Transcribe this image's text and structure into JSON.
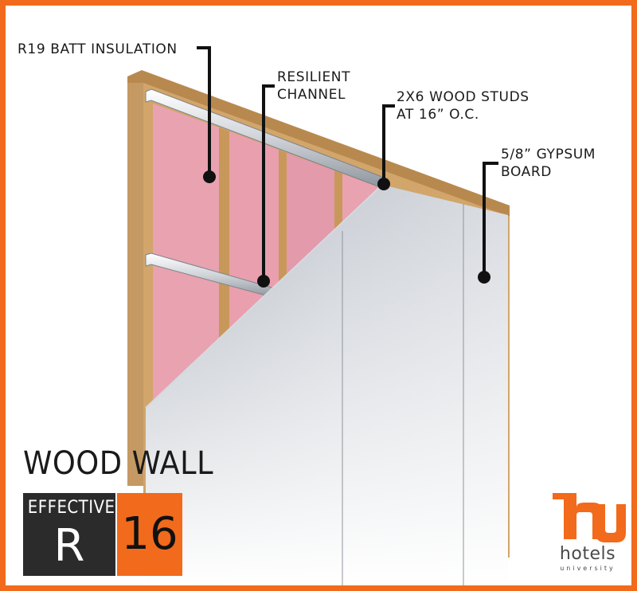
{
  "callouts": {
    "insulation": "R19 BATT INSULATION",
    "channel": [
      "RESILIENT",
      "CHANNEL"
    ],
    "studs": [
      "2X6 WOOD STUDS",
      "AT 16” O.C."
    ],
    "gypsum": [
      "5/8” GYPSUM",
      "BOARD"
    ]
  },
  "title": "WOOD WALL",
  "rating": {
    "label": "EFFECTIVE",
    "letter": "R",
    "value": "16"
  },
  "logo": {
    "word": "hotels",
    "sub": "university",
    "mark_icon": "hu-monogram-icon"
  },
  "colors": {
    "accent": "#f26a1b",
    "insulation": "#e8a2b0",
    "wood": "#c59963",
    "gypsum": "#c9cdd4",
    "dark": "#2b2b2b"
  }
}
